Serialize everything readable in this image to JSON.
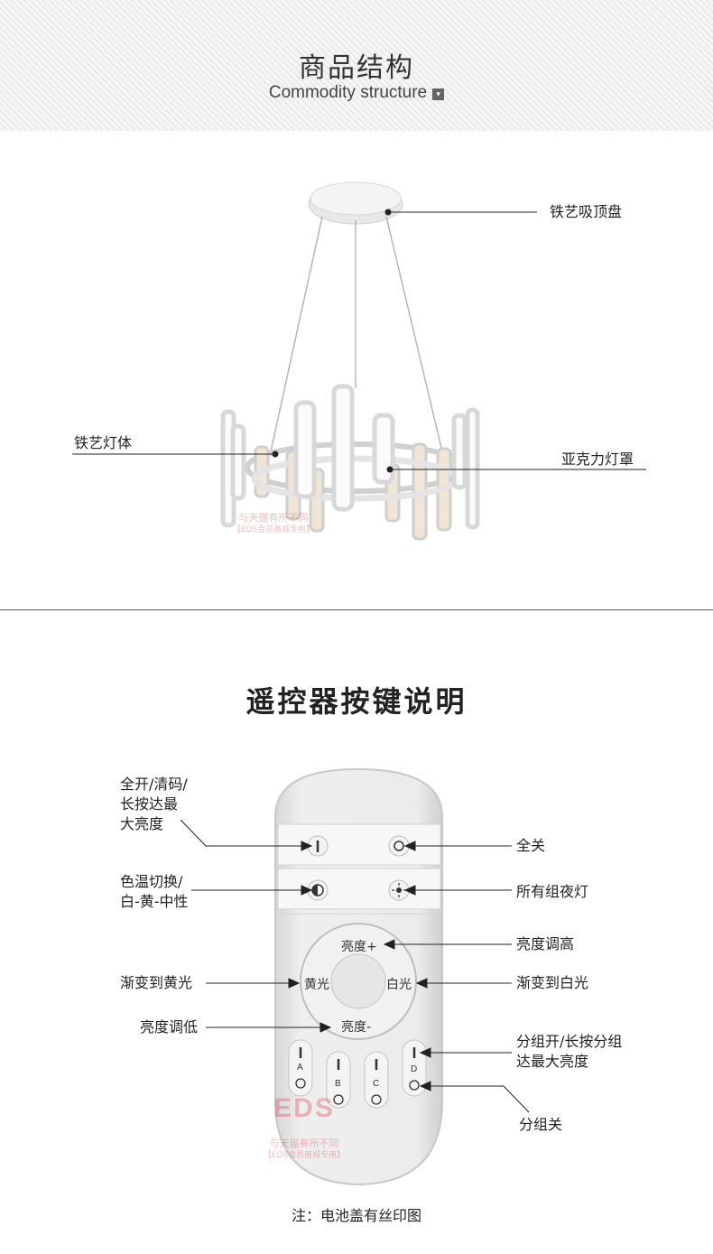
{
  "header": {
    "title": "商品结构",
    "subtitle": "Commodity structure",
    "chevron": "▾"
  },
  "structure": {
    "labels": {
      "canopy": "铁艺吸顶盘",
      "body": "铁艺灯体",
      "shade": "亚克力灯罩"
    }
  },
  "remote_section": {
    "title": "遥控器按键说明",
    "labels": {
      "all_on": [
        "全开/清码/",
        "长按达最",
        "大亮度"
      ],
      "all_off": "全关",
      "color_temp": [
        "色温切换/",
        "白-黄-中性"
      ],
      "night_light": "所有组夜灯",
      "brightness_up": "亮度调高",
      "fade_yellow": "渐变到黄光",
      "fade_white": "渐变到白光",
      "brightness_down": "亮度调低",
      "group_on": [
        "分组开/长按分组",
        "达最大亮度"
      ],
      "group_off": "分组关"
    },
    "remote_text": {
      "up": "亮度+",
      "down": "亮度-",
      "left": "黄光",
      "right": "白光",
      "groups": [
        "A",
        "B",
        "C",
        "D"
      ]
    },
    "note": "注：电池盖有丝印图"
  },
  "watermark": {
    "logo": "EDS",
    "line1": "与天猫有所不同",
    "line2": "【EDS会员商城专用】"
  }
}
